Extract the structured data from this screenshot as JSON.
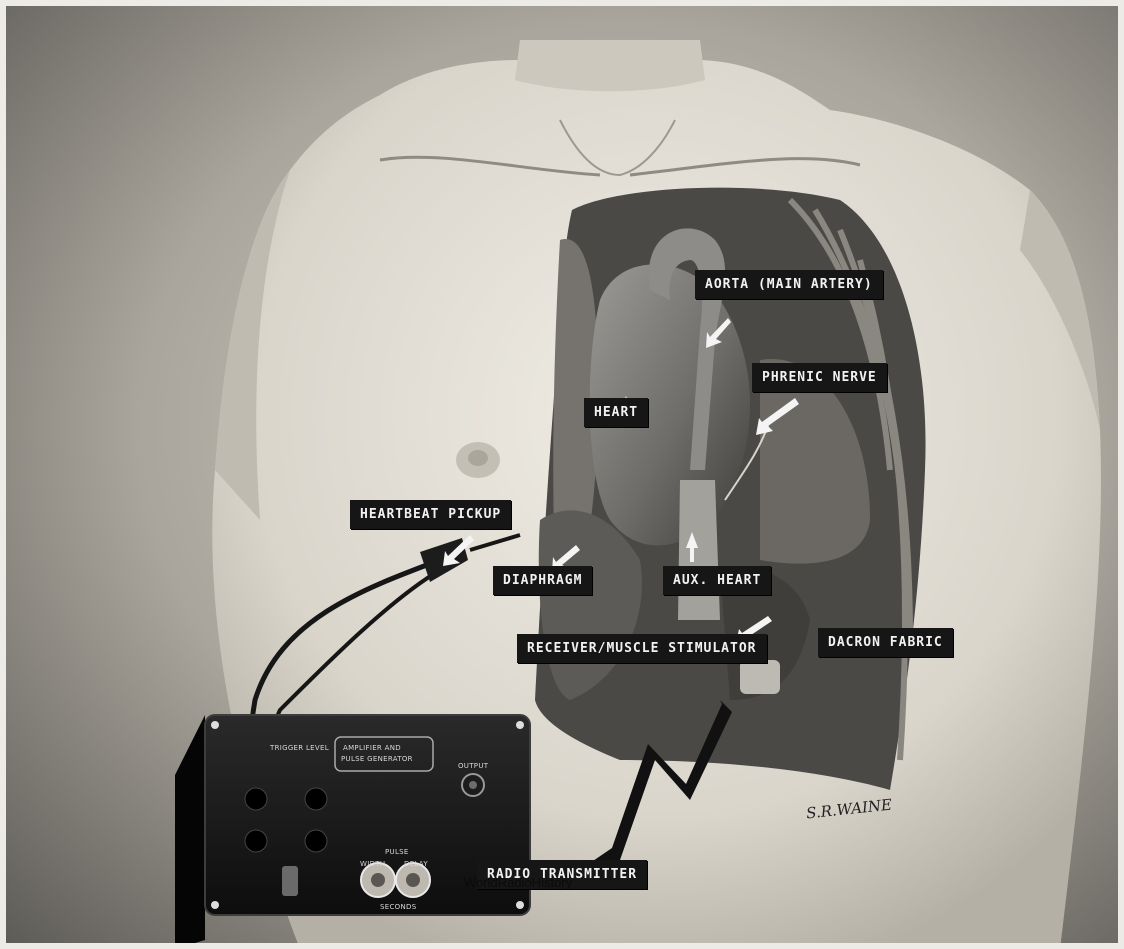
{
  "labels": {
    "aorta": "AORTA (MAIN ARTERY)",
    "phrenic_nerve": "PHRENIC NERVE",
    "heart": "HEART",
    "heartbeat_pickup": "HEARTBEAT PICKUP",
    "diaphragm": "DIAPHRAGM",
    "aux_heart": "AUX. HEART",
    "receiver": "RECEIVER/MUSCLE STIMULATOR",
    "dacron": "DACRON FABRIC",
    "radio_transmitter": "RADIO TRANSMITTER"
  },
  "device": {
    "trigger_level": "TRIGGER LEVEL",
    "title_line1": "AMPLIFIER AND",
    "title_line2": "PULSE GENERATOR",
    "output": "OUTPUT",
    "pulse": "PULSE",
    "width": "WIDTH",
    "delay": "DELAY",
    "seconds": "SECONDS"
  },
  "signature": "S.R.WAINE",
  "watermark": "WorldRadioHistory"
}
